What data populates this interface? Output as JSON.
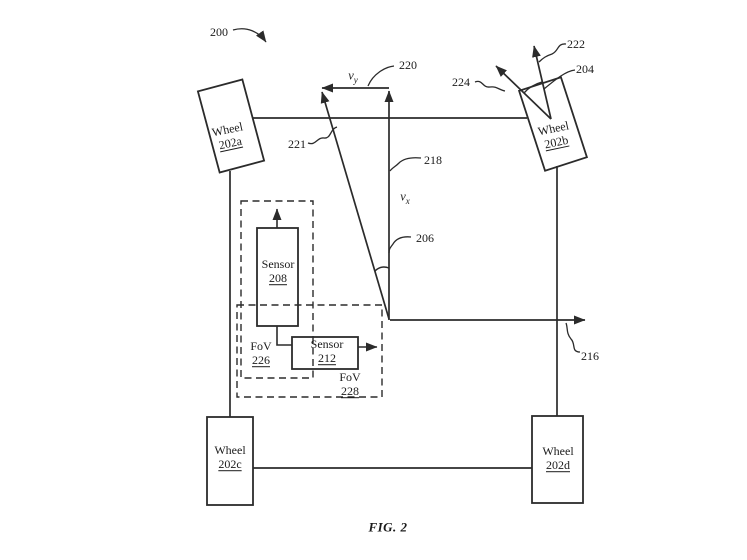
{
  "figure": {
    "caption": "FIG. 2",
    "overall_ref": "200"
  },
  "wheels": [
    {
      "label": "Wheel",
      "ref": "202a"
    },
    {
      "label": "Wheel",
      "ref": "202b"
    },
    {
      "label": "Wheel",
      "ref": "202c"
    },
    {
      "label": "Wheel",
      "ref": "202d"
    }
  ],
  "sensors": [
    {
      "label": "Sensor",
      "ref": "208"
    },
    {
      "label": "Sensor",
      "ref": "212"
    }
  ],
  "fov_regions": [
    {
      "label": "FoV",
      "ref": "226"
    },
    {
      "label": "FoV",
      "ref": "228"
    }
  ],
  "vectors": {
    "vy": {
      "base": "v",
      "sub": "y"
    },
    "vx": {
      "base": "v",
      "sub": "x"
    }
  },
  "callouts": {
    "c200": "200",
    "c204": "204",
    "c206": "206",
    "c216": "216",
    "c218": "218",
    "c220": "220",
    "c221": "221",
    "c222": "222",
    "c224": "224"
  },
  "colors": {
    "line": "#2b2b2b",
    "text": "#1b1b1b",
    "background": "#ffffff"
  }
}
